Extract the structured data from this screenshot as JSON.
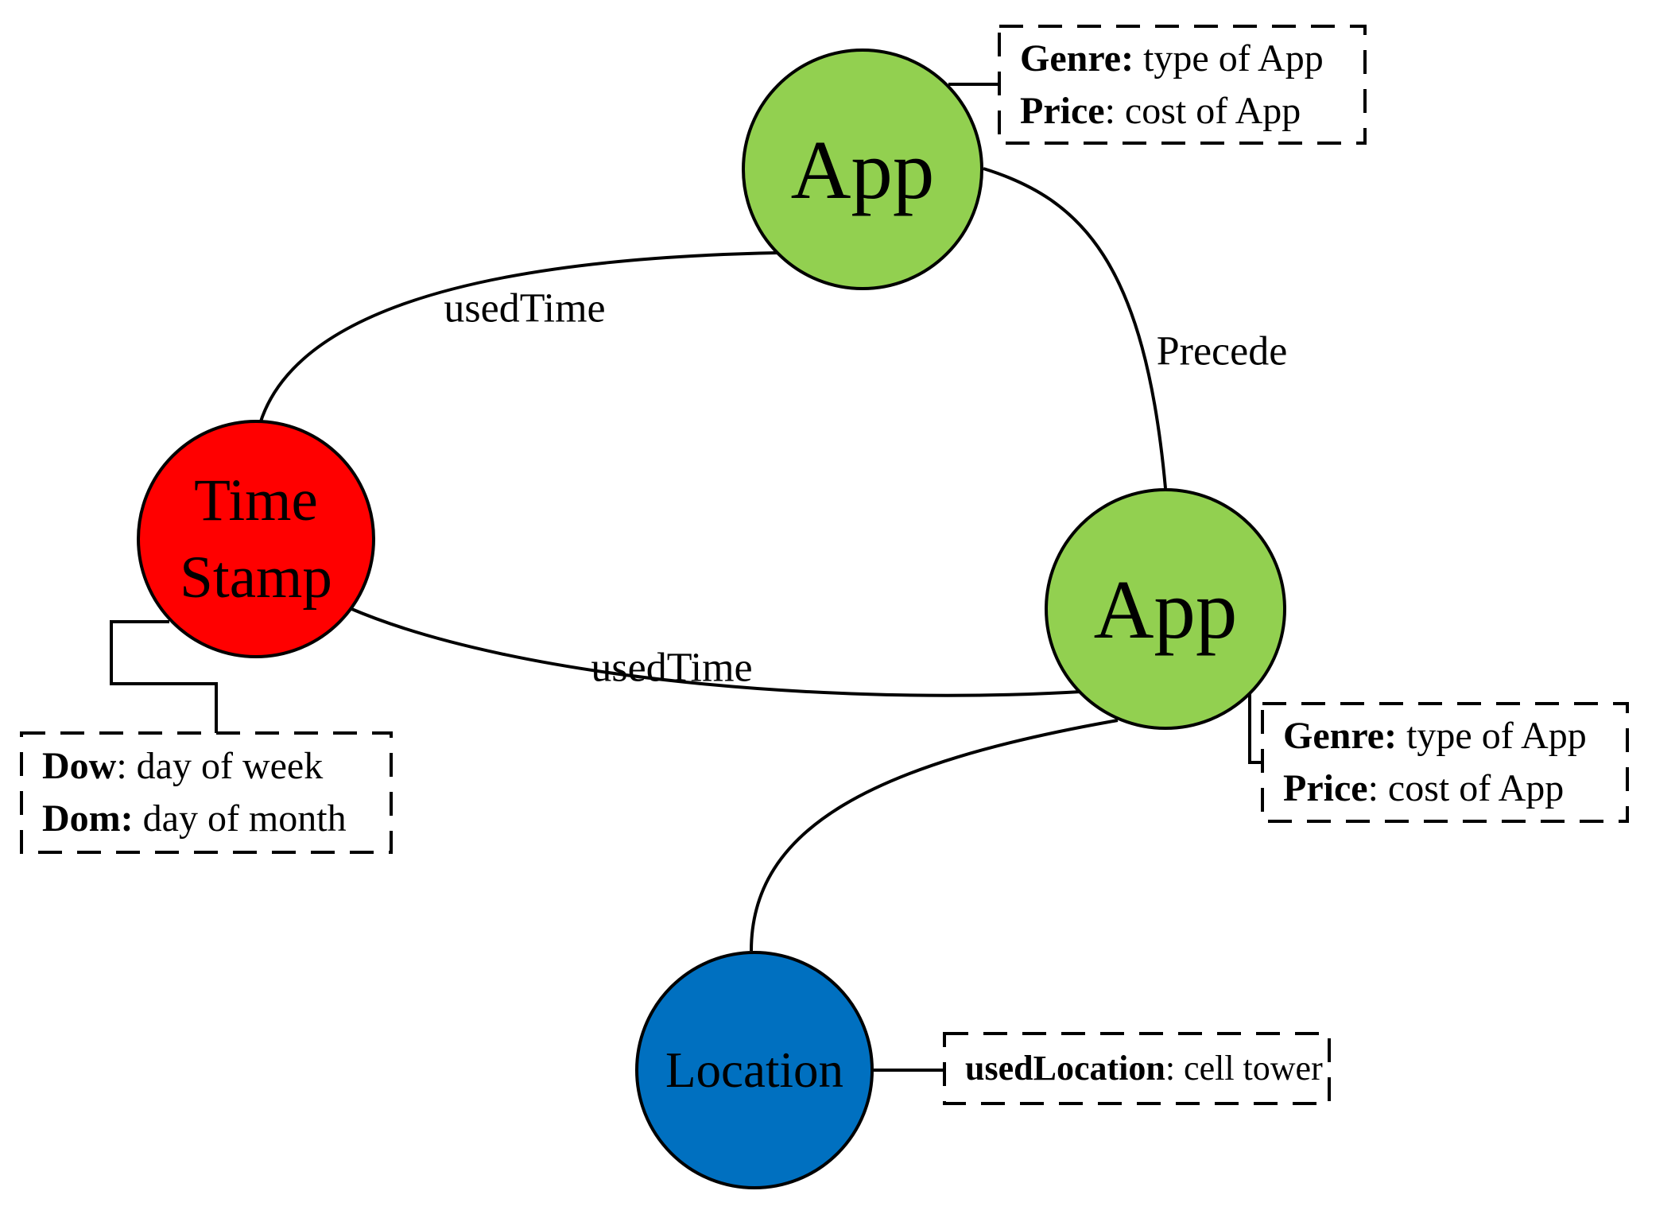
{
  "colors": {
    "app_node": "#92D050",
    "timestamp_node": "#FF0000",
    "location_node": "#0070C0",
    "edge": "#000000",
    "box_border": "#000000",
    "background": "#FFFFFF"
  },
  "nodes": {
    "app_top": {
      "label": "App"
    },
    "timestamp": {
      "label": "Time\nStamp"
    },
    "app_right": {
      "label": "App"
    },
    "location": {
      "label": "Location"
    }
  },
  "edges": {
    "used_time_top": {
      "label": "usedTime"
    },
    "precede": {
      "label": "Precede"
    },
    "used_time_bottom": {
      "label": "usedTime"
    }
  },
  "annotations": {
    "app_top_attrs": {
      "line1_key": "Genre:",
      "line1_value": " type of App",
      "line2_key": "Price",
      "line2_value": ": cost of App"
    },
    "timestamp_attrs": {
      "line1_key": "Dow",
      "line1_value": ": day of week",
      "line2_key": "Dom:",
      "line2_value": " day of month"
    },
    "app_right_attrs": {
      "line1_key": "Genre:",
      "line1_value": " type of App",
      "line2_key": "Price",
      "line2_value": ": cost of App"
    },
    "location_attrs": {
      "line1_key": "usedLocation",
      "line1_value": ": cell tower"
    }
  }
}
